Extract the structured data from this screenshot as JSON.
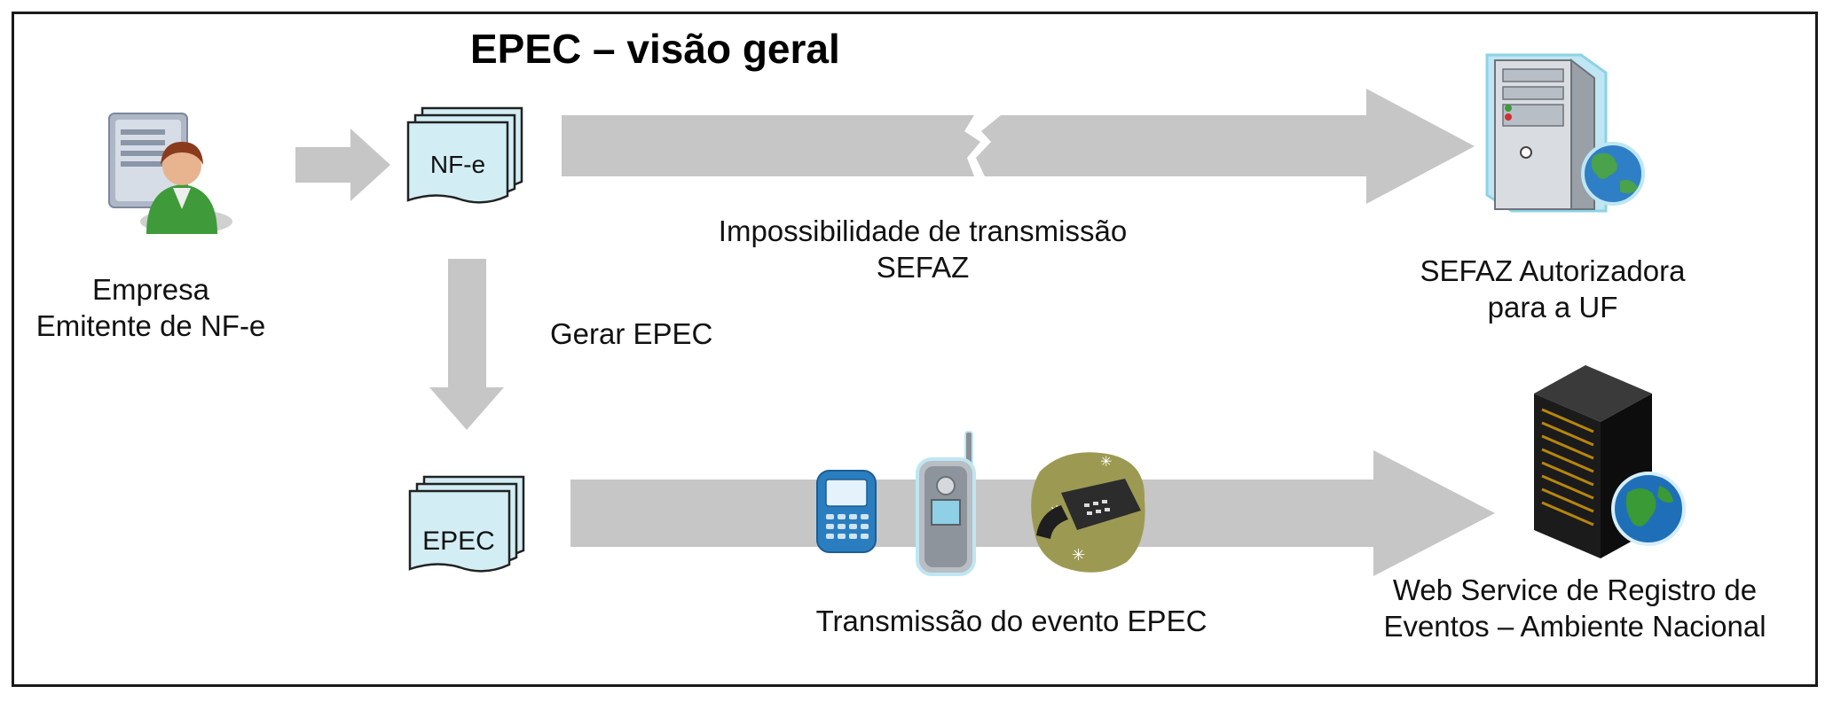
{
  "title": "EPEC – visão geral",
  "nodes": {
    "empresa": {
      "line1": "Empresa",
      "line2": "Emitente de NF-e",
      "icon": "user-server-icon"
    },
    "nfe_doc": {
      "label": "NF-e",
      "icon": "document-stack-icon"
    },
    "epec_doc": {
      "label": "EPEC",
      "icon": "document-stack-icon"
    },
    "sefaz": {
      "line1": "SEFAZ Autorizadora",
      "line2": "para a UF",
      "icon": "server-globe-icon"
    },
    "webservice": {
      "line1": "Web Service de Registro de",
      "line2": "Eventos – Ambiente Nacional",
      "icon": "server-tower-globe-icon"
    }
  },
  "edges": {
    "broken": {
      "line1": "Impossibilidade de transmissão",
      "line2": "SEFAZ"
    },
    "gerar": {
      "label": "Gerar EPEC"
    },
    "transmissao": {
      "label": "Transmissão do evento EPEC",
      "icons": [
        "smartphone-icon",
        "cellphone-icon",
        "desk-phone-icon"
      ]
    }
  },
  "colors": {
    "arrow": "#c6c6c6",
    "border": "#1a1a1a",
    "text": "#111111"
  }
}
